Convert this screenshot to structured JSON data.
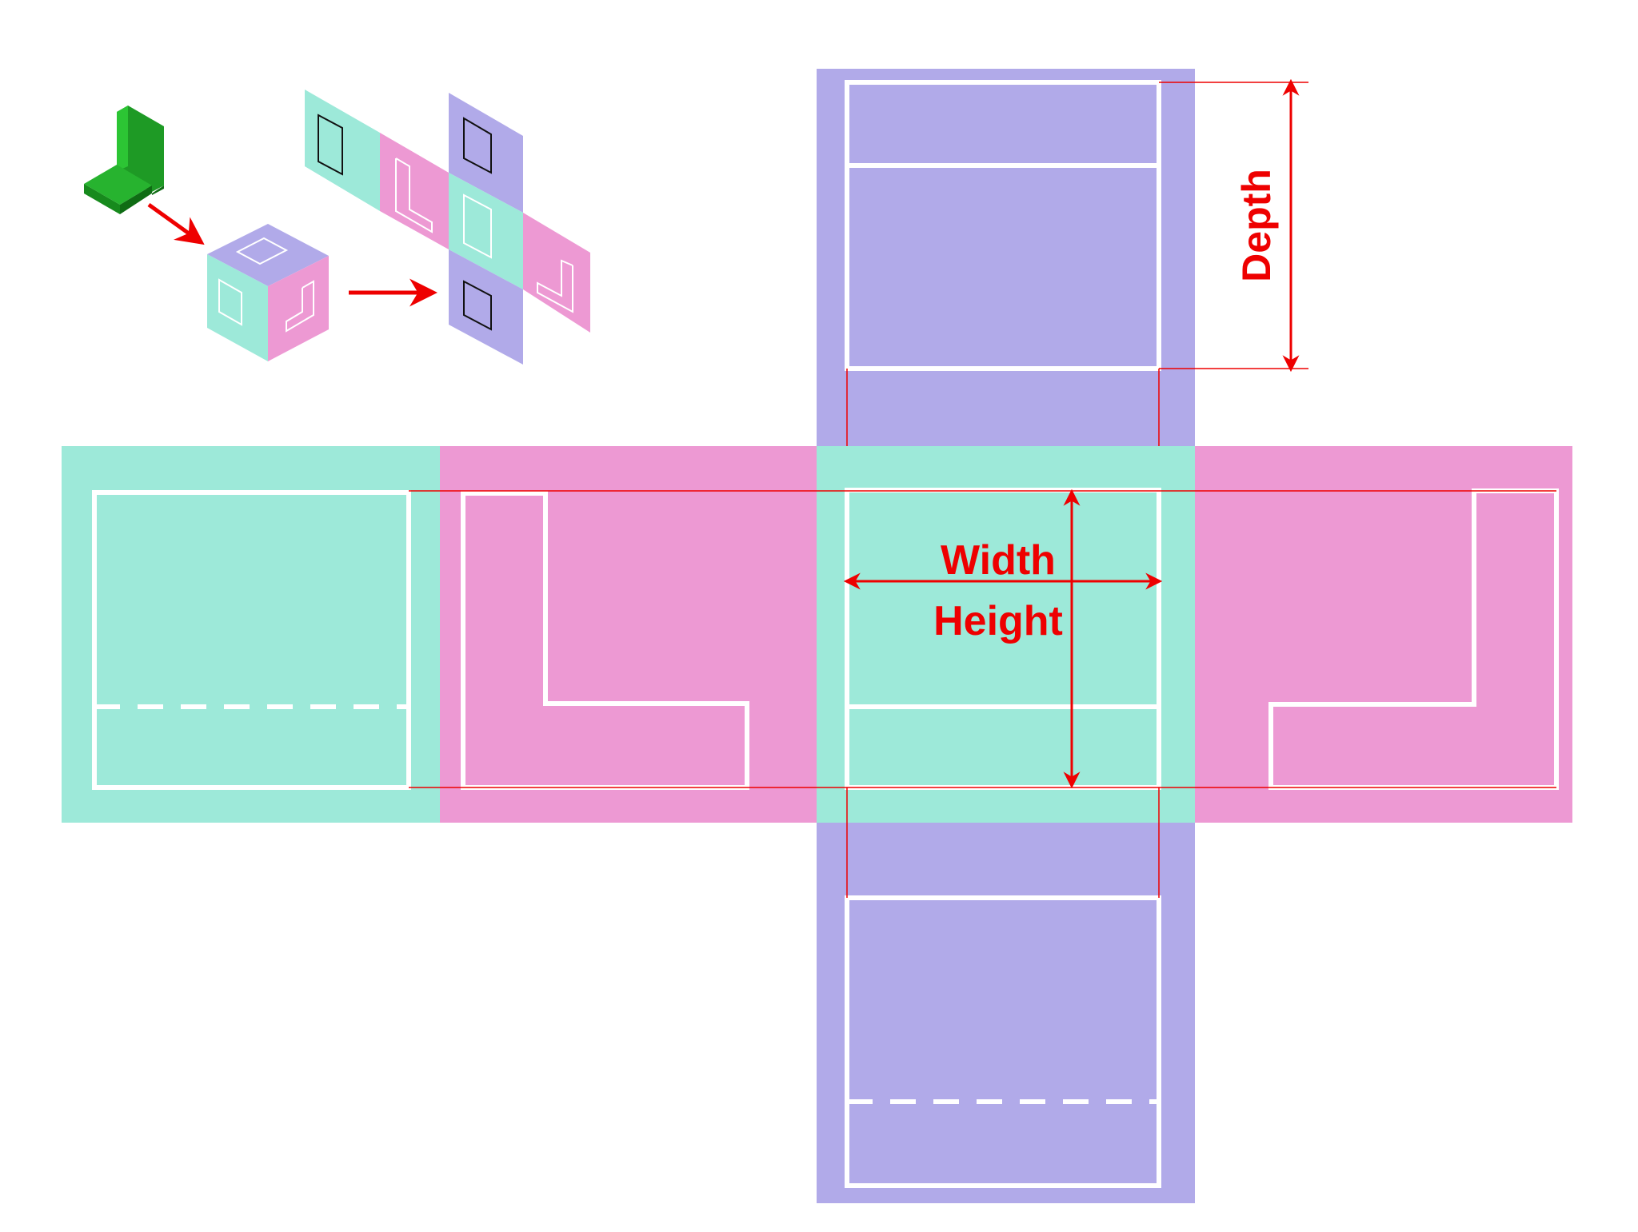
{
  "labels": {
    "depth": "Depth",
    "width": "Width",
    "height": "Height"
  },
  "colors": {
    "background": "#ffffff",
    "front": "#9de9d9",
    "side": "#ed99d3",
    "top_bottom": "#b1aae9",
    "outline": "#ffffff",
    "dimension": "#ee0000",
    "object_green": "#22a82a"
  }
}
